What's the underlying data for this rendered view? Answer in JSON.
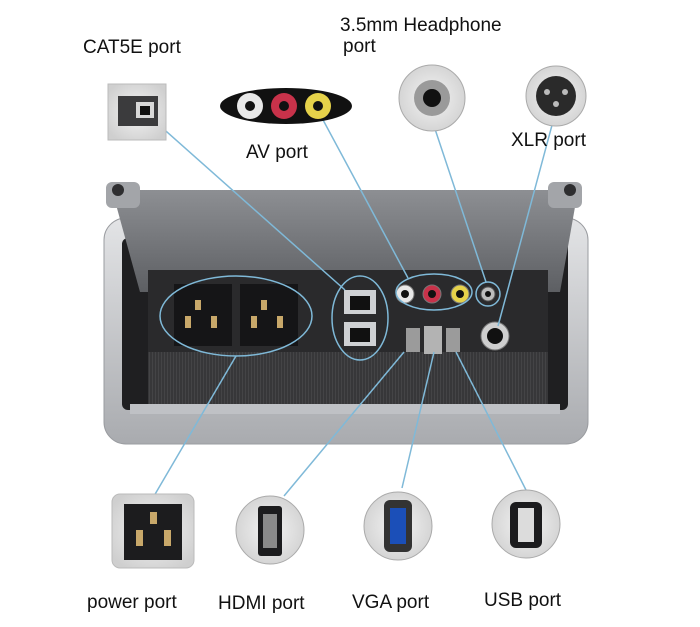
{
  "labels": {
    "cat5e": "CAT5E port",
    "headphone_line1": "3.5mm Headphone",
    "headphone_line2": "port",
    "av": "AV port",
    "xlr": "XLR port",
    "power": "power port",
    "hdmi": "HDMI port",
    "vga": "VGA port",
    "usb": "USB port"
  },
  "colors": {
    "callout_line": "#7fb9d8",
    "panel_silver": "#c9cbcf",
    "panel_dark": "#2b2b2d",
    "brush": "#3a3a3c",
    "socket_face": "#1c1c1e"
  },
  "icons": [
    "power-socket-icon",
    "ethernet-port-icon",
    "rca-jack-icon",
    "headphone-jack-icon",
    "xlr-jack-icon",
    "hdmi-port-icon",
    "vga-port-icon",
    "usb-port-icon"
  ]
}
